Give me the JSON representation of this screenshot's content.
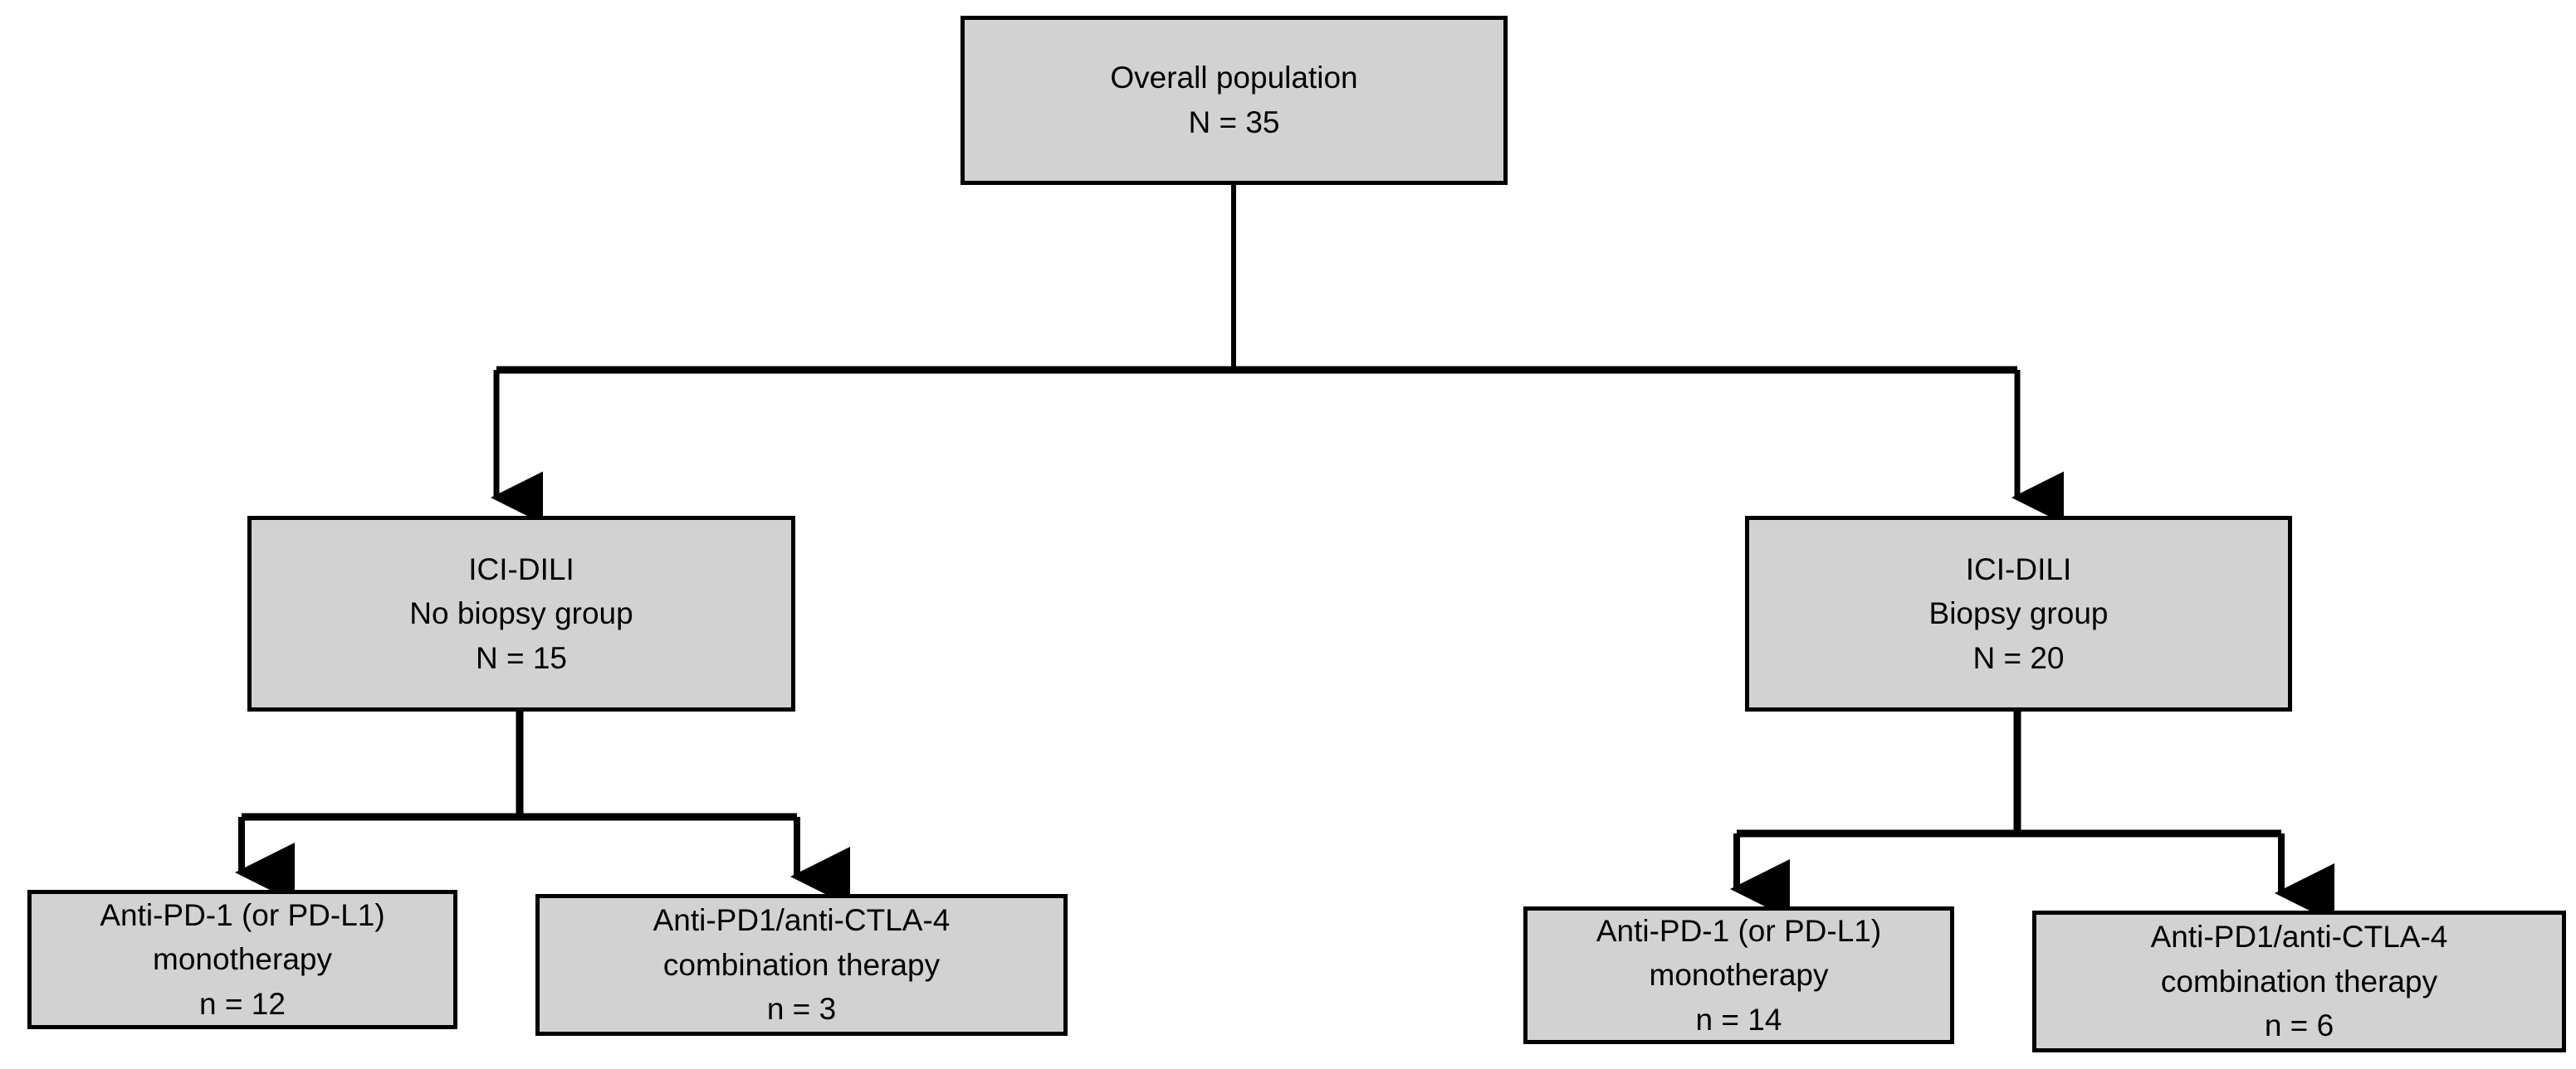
{
  "figure": {
    "type": "flowchart",
    "box_fill_color": "#d2d2d2",
    "box_border_color": "#000000",
    "connector_color": "#000000",
    "background_color": "#ffffff"
  },
  "nodes": {
    "overall": {
      "name": "Overall population",
      "line1": "Overall population",
      "line2": "N = 35",
      "count_label": "N",
      "count": 35
    },
    "no_biopsy": {
      "line1": "ICI-DILI",
      "line2": "No biopsy group",
      "line3": "N = 15",
      "count_label": "N",
      "count": 15
    },
    "biopsy": {
      "line1": "ICI-DILI",
      "line2": "Biopsy group",
      "line3": "N = 20",
      "count_label": "N",
      "count": 20
    },
    "no_biopsy_mono": {
      "line1": "Anti-PD-1 (or PD-L1)",
      "line2": "monotherapy",
      "line3": "n = 12",
      "count_label": "n",
      "count": 12
    },
    "no_biopsy_combo": {
      "line1": "Anti-PD1/anti-CTLA-4",
      "line2": "combination therapy",
      "line3": "n = 3",
      "count_label": "n",
      "count": 3
    },
    "biopsy_mono": {
      "line1": "Anti-PD-1 (or PD-L1)",
      "line2": "monotherapy",
      "line3": "n = 14",
      "count_label": "n",
      "count": 14
    },
    "biopsy_combo": {
      "line1": "Anti-PD1/anti-CTLA-4",
      "line2": "combination therapy",
      "line3": "n = 6",
      "count_label": "n",
      "count": 6
    }
  },
  "edges": [
    {
      "from": "overall",
      "to": "no_biopsy",
      "arrow": true
    },
    {
      "from": "overall",
      "to": "biopsy",
      "arrow": true
    },
    {
      "from": "no_biopsy",
      "to": "no_biopsy_mono",
      "arrow": true
    },
    {
      "from": "no_biopsy",
      "to": "no_biopsy_combo",
      "arrow": true
    },
    {
      "from": "biopsy",
      "to": "biopsy_mono",
      "arrow": true
    },
    {
      "from": "biopsy",
      "to": "biopsy_combo",
      "arrow": true
    }
  ]
}
